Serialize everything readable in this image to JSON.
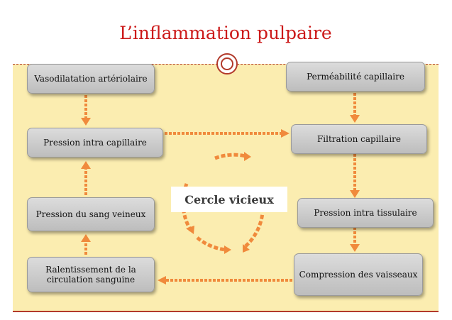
{
  "title": "L’inflammation pulpaire",
  "center_label": "Cercle vicieux",
  "nodes": {
    "vasodilatation": "Vasodilatation artériolaire",
    "pression_capillaire": "Pression intra capillaire",
    "pression_sang": "Pression du sang veineux",
    "ralentissement": "Ralentissement de la circulation sanguine",
    "permeabilite": "Perméabilité capillaire",
    "filtration": "Filtration  capillaire",
    "pression_tissulaire": "Pression intra tissulaire",
    "compression": "Compression des vaisseaux"
  },
  "colors": {
    "title": "#cc1a1a",
    "background": "#fbedb0",
    "arrow": "#f08a3c",
    "rule": "#b23a2b"
  }
}
